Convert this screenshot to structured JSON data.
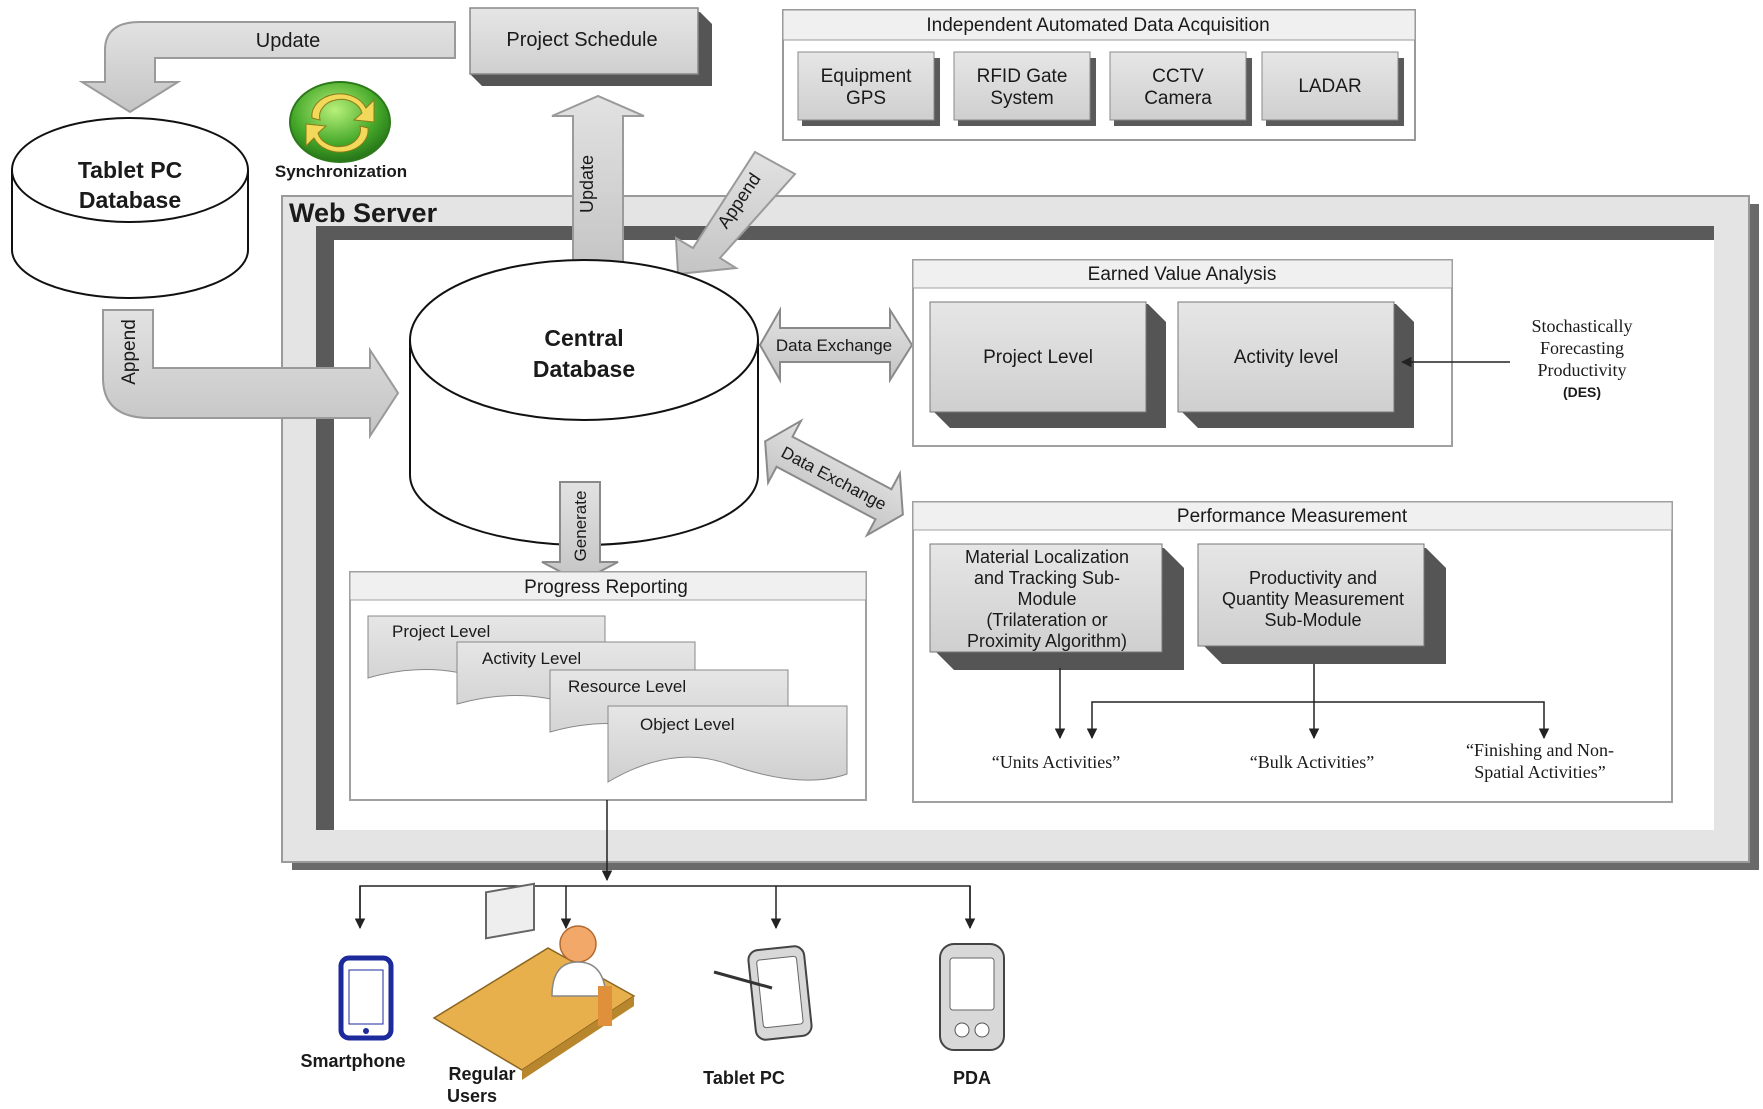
{
  "top": {
    "update_label": "Update",
    "project_schedule": "Project Schedule",
    "sync_label": "Synchronization",
    "tablet_db": [
      "Tablet PC",
      "Database"
    ],
    "append_left": "Append",
    "update_vertical": "Update",
    "append_diag": "Append"
  },
  "acquisition": {
    "title": "Independent Automated Data Acquisition",
    "items": [
      [
        "Equipment",
        "GPS"
      ],
      [
        "RFID Gate",
        "System"
      ],
      [
        "CCTV",
        "Camera"
      ],
      [
        "LADAR"
      ]
    ]
  },
  "web_server": {
    "title": "Web Server",
    "central_db": [
      "Central",
      "Database"
    ],
    "data_exchange_1": "Data Exchange",
    "data_exchange_2": "Data Exchange",
    "generate": "Generate"
  },
  "earned_value": {
    "title": "Earned Value Analysis",
    "project_level": "Project Level",
    "activity_level": "Activity level"
  },
  "forecast": {
    "lines": [
      "Stochastically",
      "Forecasting",
      "Productivity"
    ],
    "tag": "(DES)"
  },
  "performance": {
    "title": "Performance Measurement",
    "material": [
      "Material Localization",
      "and Tracking Sub-",
      "Module",
      "(Trilateration or",
      "Proximity Algorithm)"
    ],
    "productivity": [
      "Productivity and",
      "Quantity Measurement",
      "Sub-Module"
    ],
    "units": "“Units Activities”",
    "bulk": "“Bulk Activities”",
    "finishing": [
      "“Finishing and Non-",
      "Spatial Activities”"
    ]
  },
  "progress": {
    "title": "Progress Reporting",
    "levels": [
      "Project Level",
      "Activity Level",
      "Resource Level",
      "Object Level"
    ]
  },
  "devices": {
    "smartphone": "Smartphone",
    "regular_users": [
      "Regular",
      "Users"
    ],
    "tablet_pc": "Tablet PC",
    "pda": "PDA",
    "icons": [
      "smartphone-icon",
      "user-at-desk-icon",
      "tablet-pc-icon",
      "pda-icon"
    ]
  },
  "colors": {
    "arrow_fill": "#d0d0d0",
    "box_fill": "#d6d6d6",
    "frame_dark": "#5a5a5a",
    "sync_green": "#3fa02a",
    "phone_blue": "#1c2a9c",
    "desk_orange": "#e8b04c"
  }
}
